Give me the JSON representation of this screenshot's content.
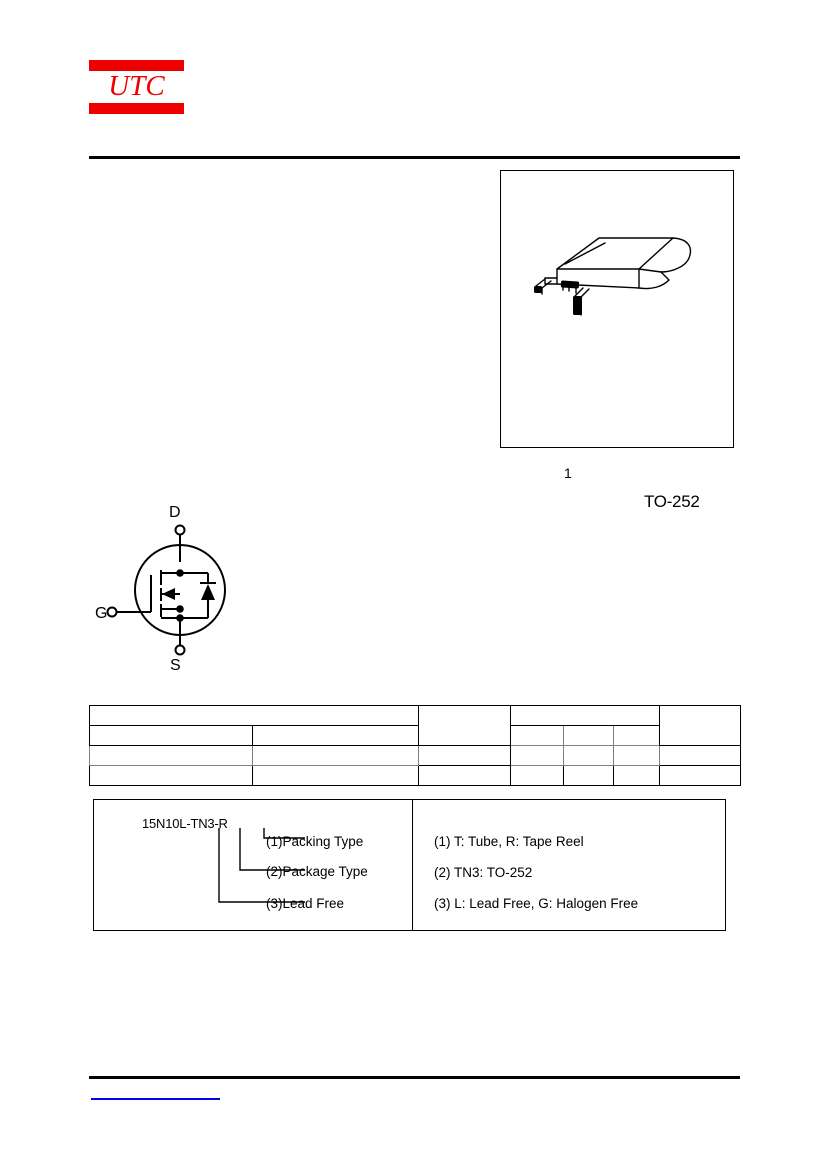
{
  "logo": {
    "text": "UTC",
    "background_color": "#ef0000",
    "text_color": "#ef0000"
  },
  "package_panel": {
    "pin_label": "1",
    "package_name": "TO-252"
  },
  "symbol": {
    "drain_label": "D",
    "gate_label": "G",
    "source_label": "S"
  },
  "param_table": {
    "rows": [
      [
        "",
        "",
        "",
        "",
        ""
      ],
      [
        "",
        "",
        "",
        "",
        "",
        "",
        ""
      ],
      [
        "",
        "",
        "",
        "",
        "",
        "",
        ""
      ],
      [
        "",
        "",
        "",
        "",
        "",
        "",
        ""
      ]
    ]
  },
  "ordering": {
    "part_number": "15N10L-TN3-R",
    "callouts": [
      "(1)Packing Type",
      "(2)Package Type",
      "(3)Lead Free"
    ],
    "legend": [
      "(1) T: Tube, R: Tape Reel",
      "(2) TN3: TO-252",
      "(3) L: Lead Free, G: Halogen Free"
    ]
  },
  "footer": {
    "link_text": "",
    "link_color": "#0000ee"
  }
}
